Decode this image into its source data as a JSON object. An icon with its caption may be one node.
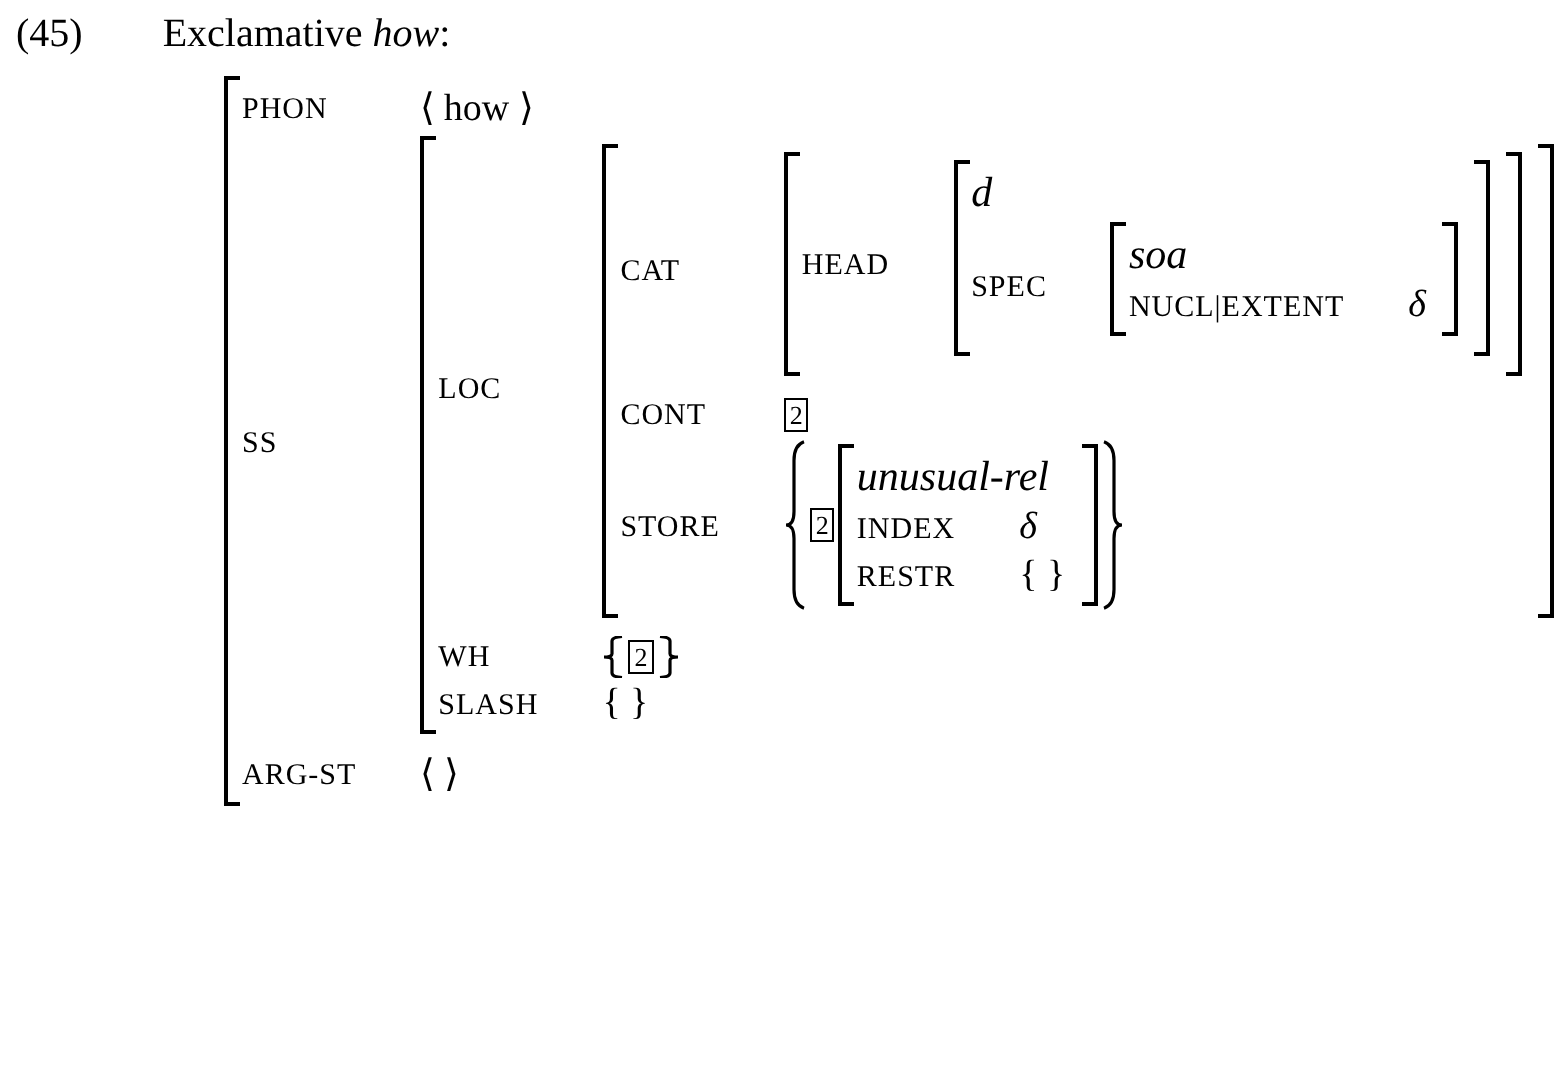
{
  "diagram": {
    "title": "Exclamative *how*:",
    "labels": [
      "(45)",
      "PHON",
      "⟨ how ⟩",
      "SS",
      "LOC",
      "CAT",
      "HEAD",
      "d",
      "SPEC",
      "soa",
      "NUCL|EXTENT",
      "δ",
      "CONT",
      "2",
      "STORE",
      "2",
      "unusual-rel",
      "INDEX",
      "δ",
      "RESTR",
      "{ }",
      "WH",
      "2",
      "SLASH",
      "{ }",
      "ARG-ST",
      "⟨ ⟩"
    ]
  }
}
